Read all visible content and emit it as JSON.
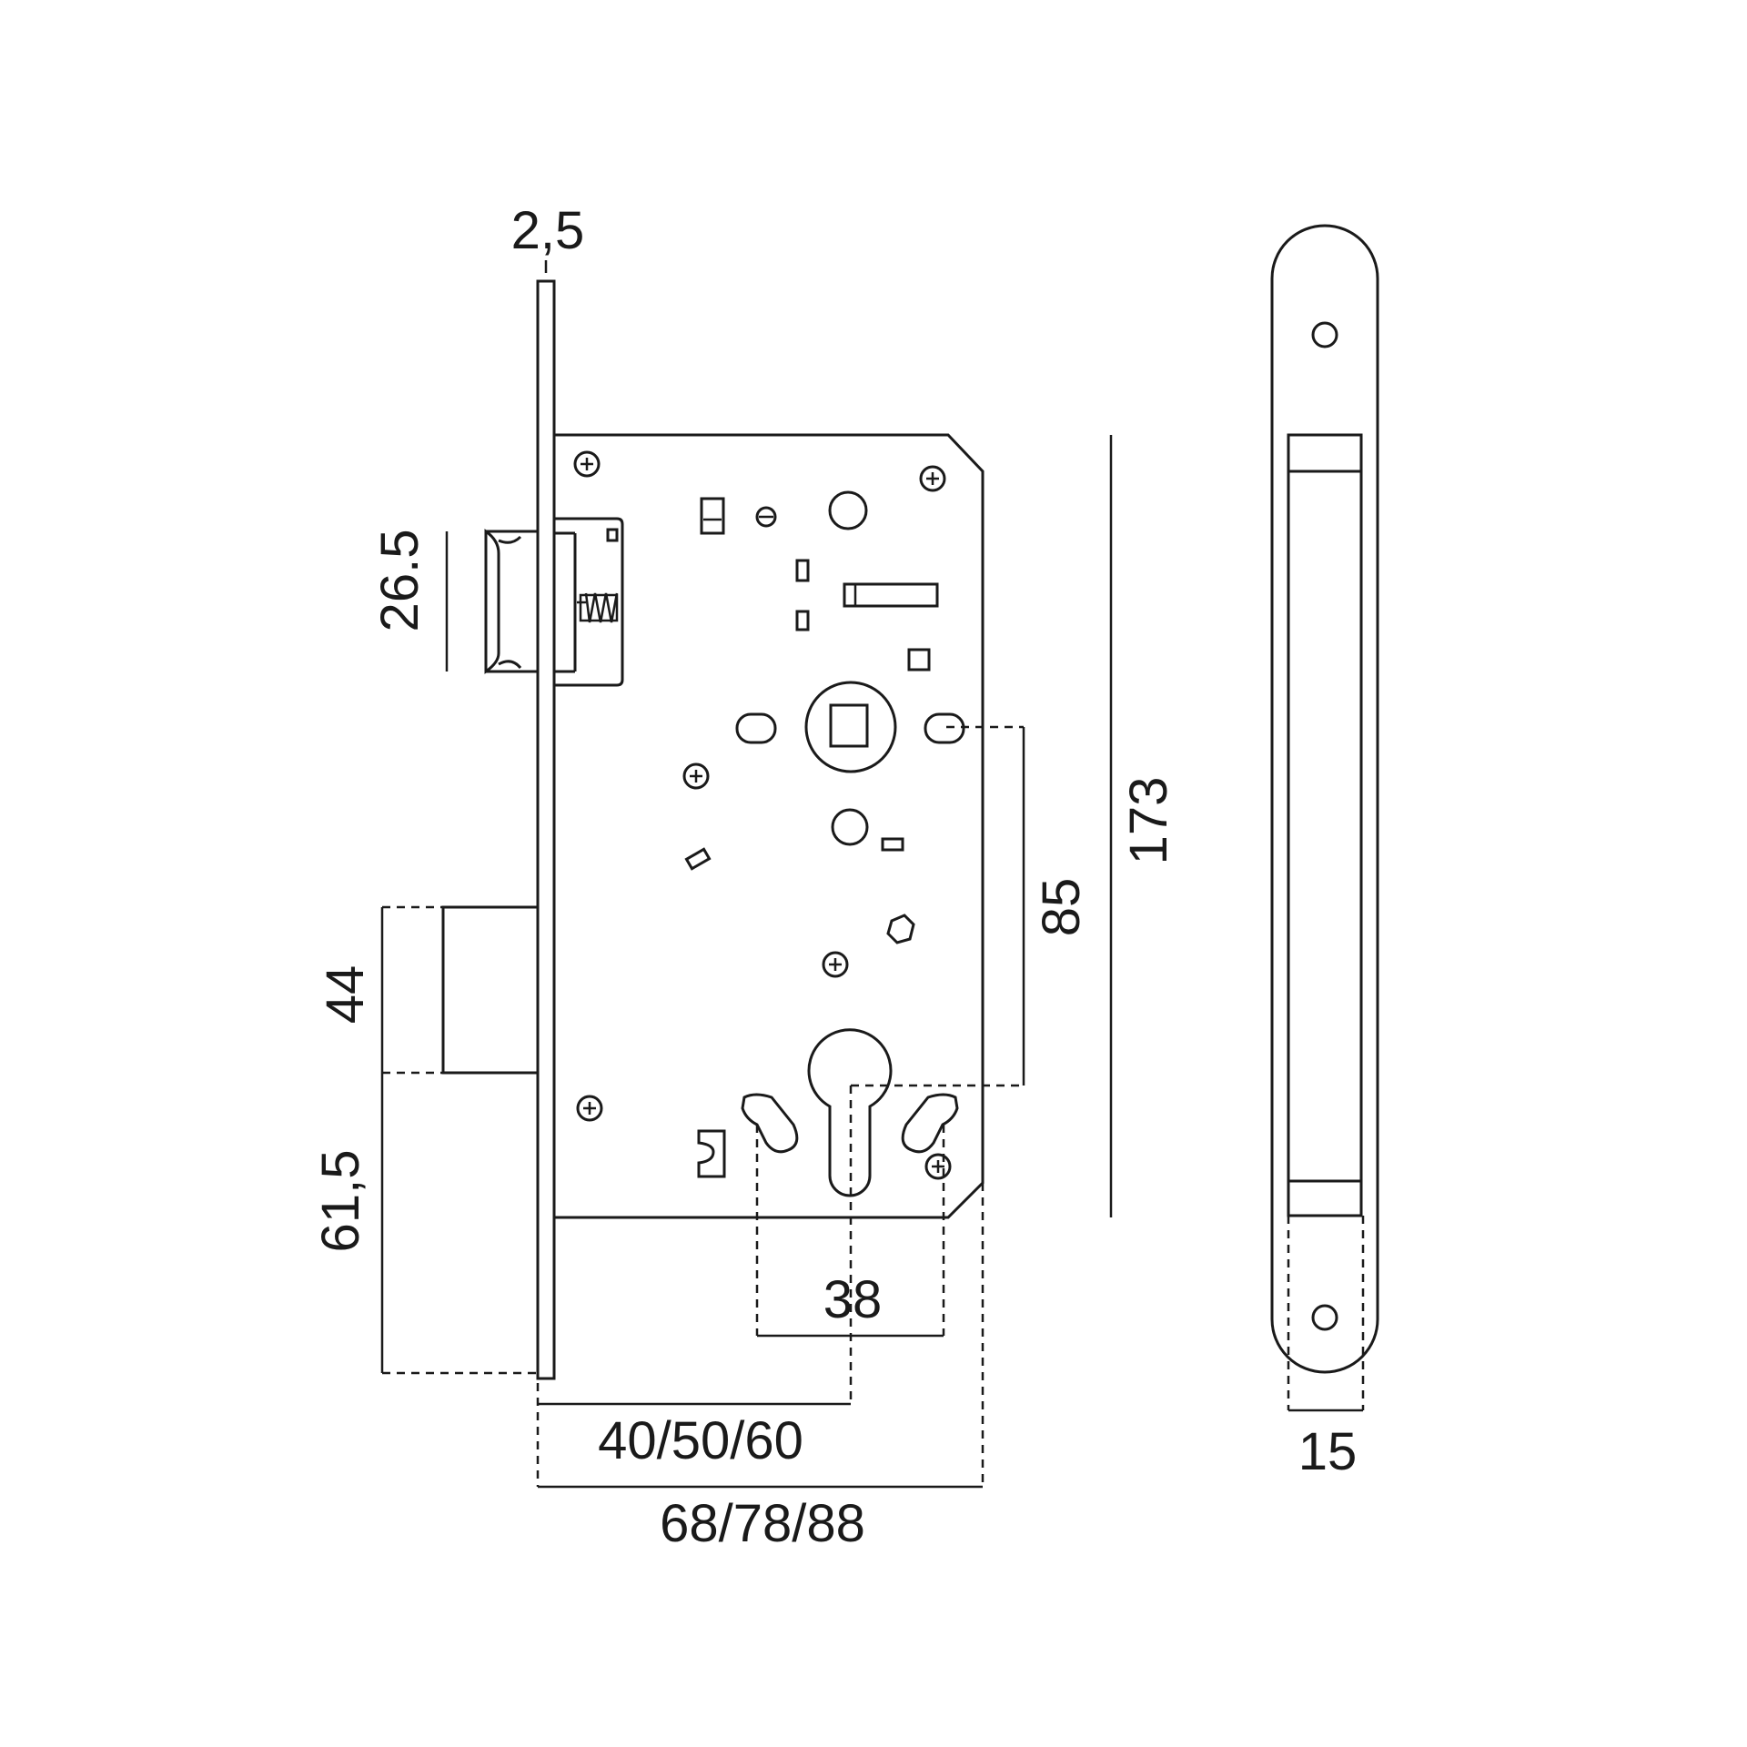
{
  "dimensions": {
    "faceplate_thickness": "2,5",
    "latch_height": "26.5",
    "deadbolt_height": "44",
    "bolt_to_bottom": "61,5",
    "handle_to_cylinder": "85",
    "case_height": "173",
    "cylinder_hole_width": "38",
    "backset": "40/50/60",
    "case_depth": "68/78/88",
    "faceplate_width": "15"
  },
  "colors": {
    "line": "#1a1a1a",
    "background": "#ffffff"
  }
}
